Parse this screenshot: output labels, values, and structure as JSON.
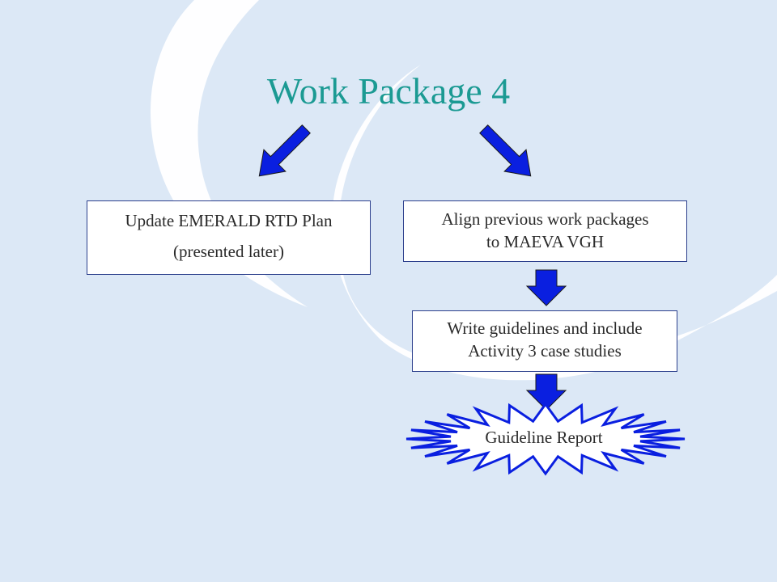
{
  "slide": {
    "title": "Work Package 4"
  },
  "boxes": {
    "update": {
      "line1": "Update EMERALD RTD Plan",
      "line2": "(presented later)"
    },
    "align": {
      "line1": "Align  previous work packages",
      "line2": "to MAEVA VGH"
    },
    "write": {
      "line1": "Write guidelines and include",
      "line2": "Activity 3 case studies"
    }
  },
  "burst": {
    "label": "Guideline Report"
  },
  "colors": {
    "background": "#dce8f6",
    "swoosh": "#ffffff",
    "title": "#1b9a93",
    "arrow": "#0a1fe0",
    "box_border": "#2c3f8c"
  }
}
